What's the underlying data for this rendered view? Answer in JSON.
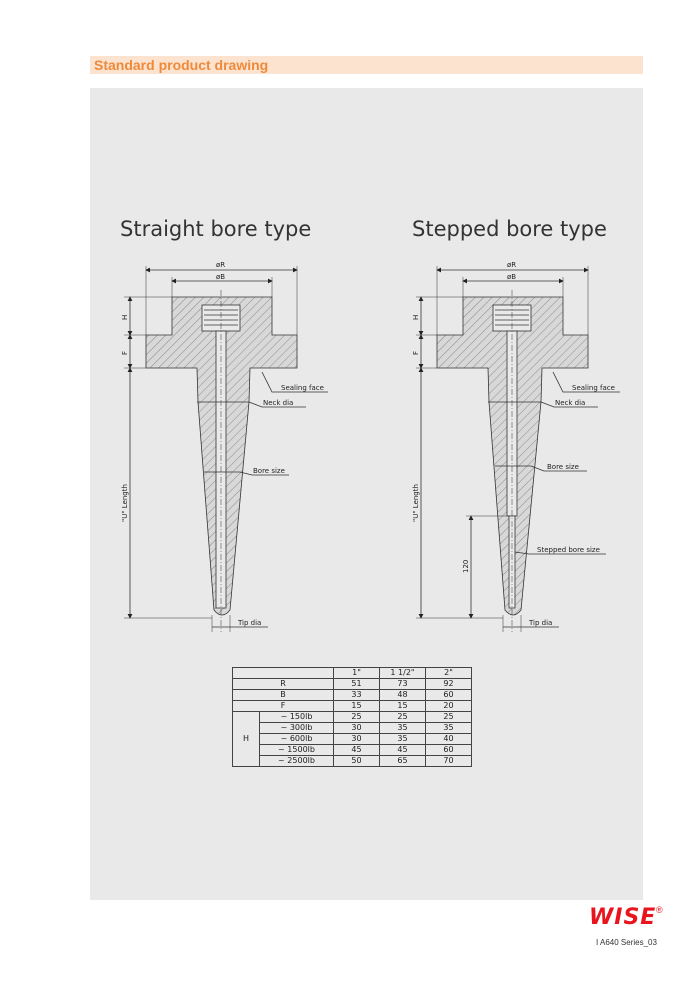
{
  "section": {
    "title": "Standard product drawing"
  },
  "drawings": [
    {
      "title": "Straight bore type",
      "labels": {
        "r": "øR",
        "b": "øB",
        "h": "H",
        "f": "F",
        "sealing_face": "Sealing face",
        "neck_dia": "Neck dia",
        "bore_size": "Bore size",
        "u_length": "\"U\" Length",
        "tip_dia": "Tip dia"
      }
    },
    {
      "title": "Stepped bore type",
      "labels": {
        "r": "øR",
        "b": "øB",
        "h": "H",
        "f": "F",
        "sealing_face": "Sealing face",
        "neck_dia": "Neck dia",
        "bore_size": "Bore size",
        "u_length": "\"U\" Length",
        "step_len": "120",
        "stepped_bore": "Stepped bore size",
        "tip_dia": "Tip dia"
      }
    }
  ],
  "table": {
    "headers": [
      "1\"",
      "1 1/2\"",
      "2\""
    ],
    "rows": [
      {
        "label": "R",
        "values": [
          "51",
          "73",
          "92"
        ]
      },
      {
        "label": "B",
        "values": [
          "33",
          "48",
          "60"
        ]
      },
      {
        "label": "F",
        "values": [
          "15",
          "15",
          "20"
        ]
      }
    ],
    "group": {
      "label": "H",
      "rows": [
        {
          "label": "~ 150lb",
          "values": [
            "25",
            "25",
            "25"
          ]
        },
        {
          "label": "~ 300lb",
          "values": [
            "30",
            "35",
            "35"
          ]
        },
        {
          "label": "~ 600lb",
          "values": [
            "30",
            "35",
            "40"
          ]
        },
        {
          "label": "~ 1500lb",
          "values": [
            "45",
            "45",
            "60"
          ]
        },
        {
          "label": "~ 2500lb",
          "values": [
            "50",
            "65",
            "70"
          ]
        }
      ]
    }
  },
  "brand": {
    "logo": "WISE",
    "registered": "®",
    "page_ref": "I A640 Series_03"
  },
  "colors": {
    "accent": "#ef8a3a",
    "bar": "#fbe3cf",
    "brand": "#e8141e",
    "panel": "#e9e9e9"
  }
}
